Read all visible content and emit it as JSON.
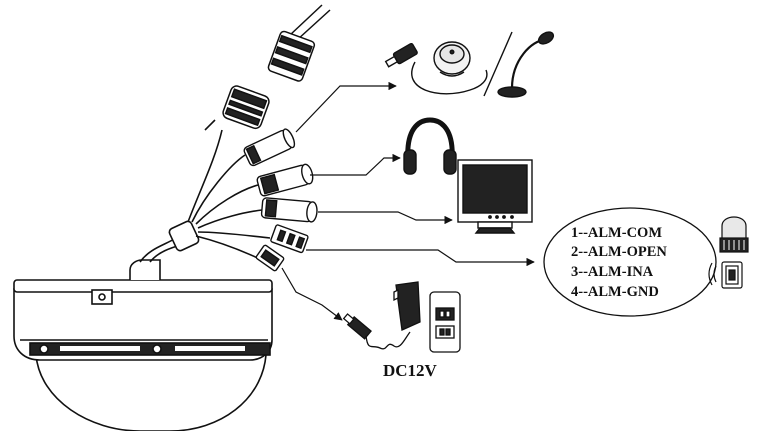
{
  "alarm_pins": [
    {
      "label": "1--ALM-COM"
    },
    {
      "label": "2--ALM-OPEN"
    },
    {
      "label": "3--ALM-INA"
    },
    {
      "label": "4--ALM-GND"
    }
  ],
  "power": {
    "label": "DC12V"
  },
  "devices": [
    {
      "icon": "microphone-icon"
    },
    {
      "icon": "headphones-icon"
    },
    {
      "icon": "monitor-icon"
    },
    {
      "icon": "alarm-siren-icon"
    },
    {
      "icon": "alarm-sensor-icon"
    },
    {
      "icon": "power-adapter-icon"
    }
  ],
  "colors": {
    "line": "#111111",
    "fill_dark": "#1a1a1a",
    "background": "#ffffff"
  }
}
